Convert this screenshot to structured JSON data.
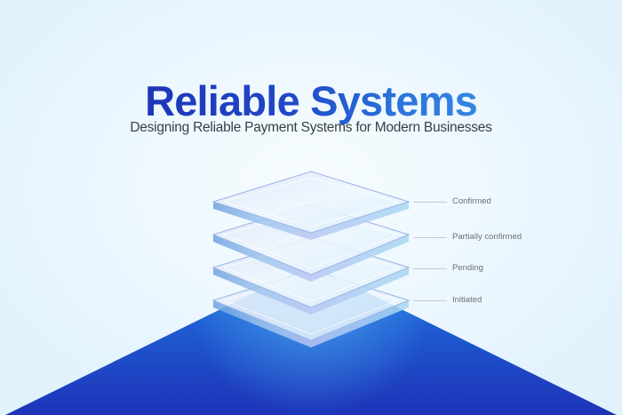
{
  "hero": {
    "title": "Reliable Systems",
    "subtitle": "Designing Reliable Payment Systems for Modern Businesses"
  },
  "stack": {
    "layers": [
      {
        "label": "Confirmed"
      },
      {
        "label": "Partially confirmed"
      },
      {
        "label": "Pending"
      },
      {
        "label": "Initiated"
      }
    ]
  },
  "colors": {
    "title_start": "#1e36b8",
    "title_end": "#3486e3",
    "background": "#e1f2fd",
    "pyramid": "#1d3fc4",
    "label_text": "#6b707a"
  }
}
